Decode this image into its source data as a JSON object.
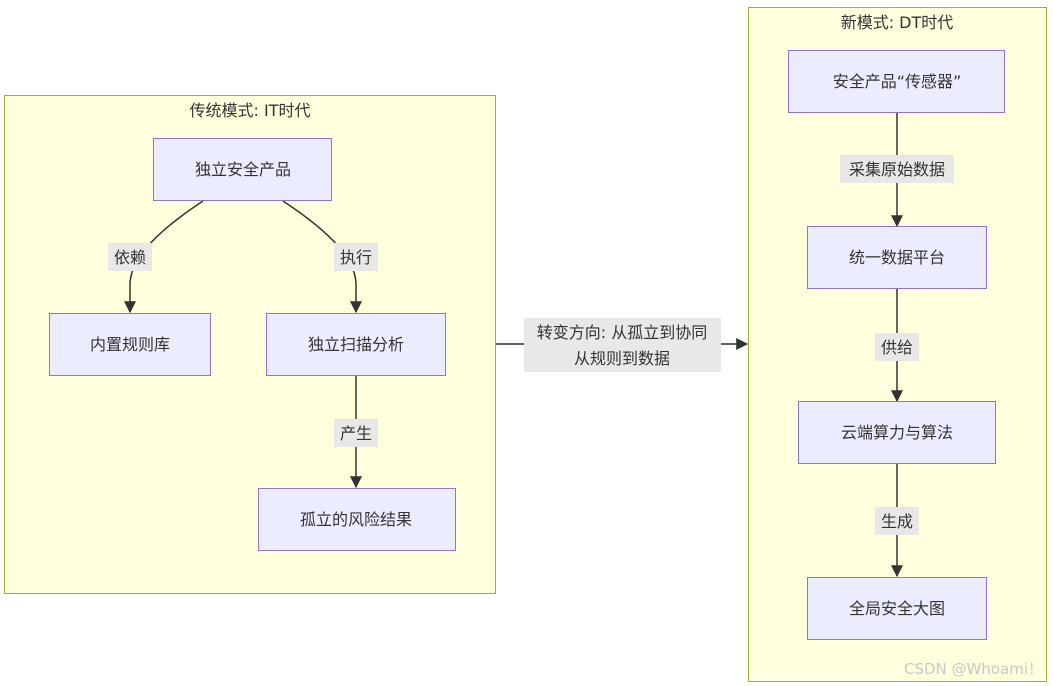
{
  "clusters": {
    "it": {
      "title": "传统模式: IT时代"
    },
    "dt": {
      "title": "新模式: DT时代"
    }
  },
  "nodes": {
    "independent_product": "独立安全产品",
    "builtin_rules": "内置规则库",
    "independent_scan": "独立扫描分析",
    "isolated_result": "孤立的风险结果",
    "sensor": "安全产品“传感器”",
    "unified_platform": "统一数据平台",
    "cloud_compute": "云端算力与算法",
    "global_view": "全局安全大图"
  },
  "edges": {
    "depends": "依赖",
    "executes": "执行",
    "produces": "产生",
    "transition_line1": "转变方向: 从孤立到协同",
    "transition_line2": "从规则到数据",
    "collect": "采集原始数据",
    "supply": "供给",
    "generate": "生成"
  },
  "watermark": "CSDN @Whoami！",
  "colors": {
    "cluster_fill": "#ffffde",
    "cluster_stroke": "#aaaa33",
    "node_fill": "#ececff",
    "node_stroke": "#9370db",
    "edge": "#333333",
    "edge_label_bg": "#e8e8e8"
  }
}
